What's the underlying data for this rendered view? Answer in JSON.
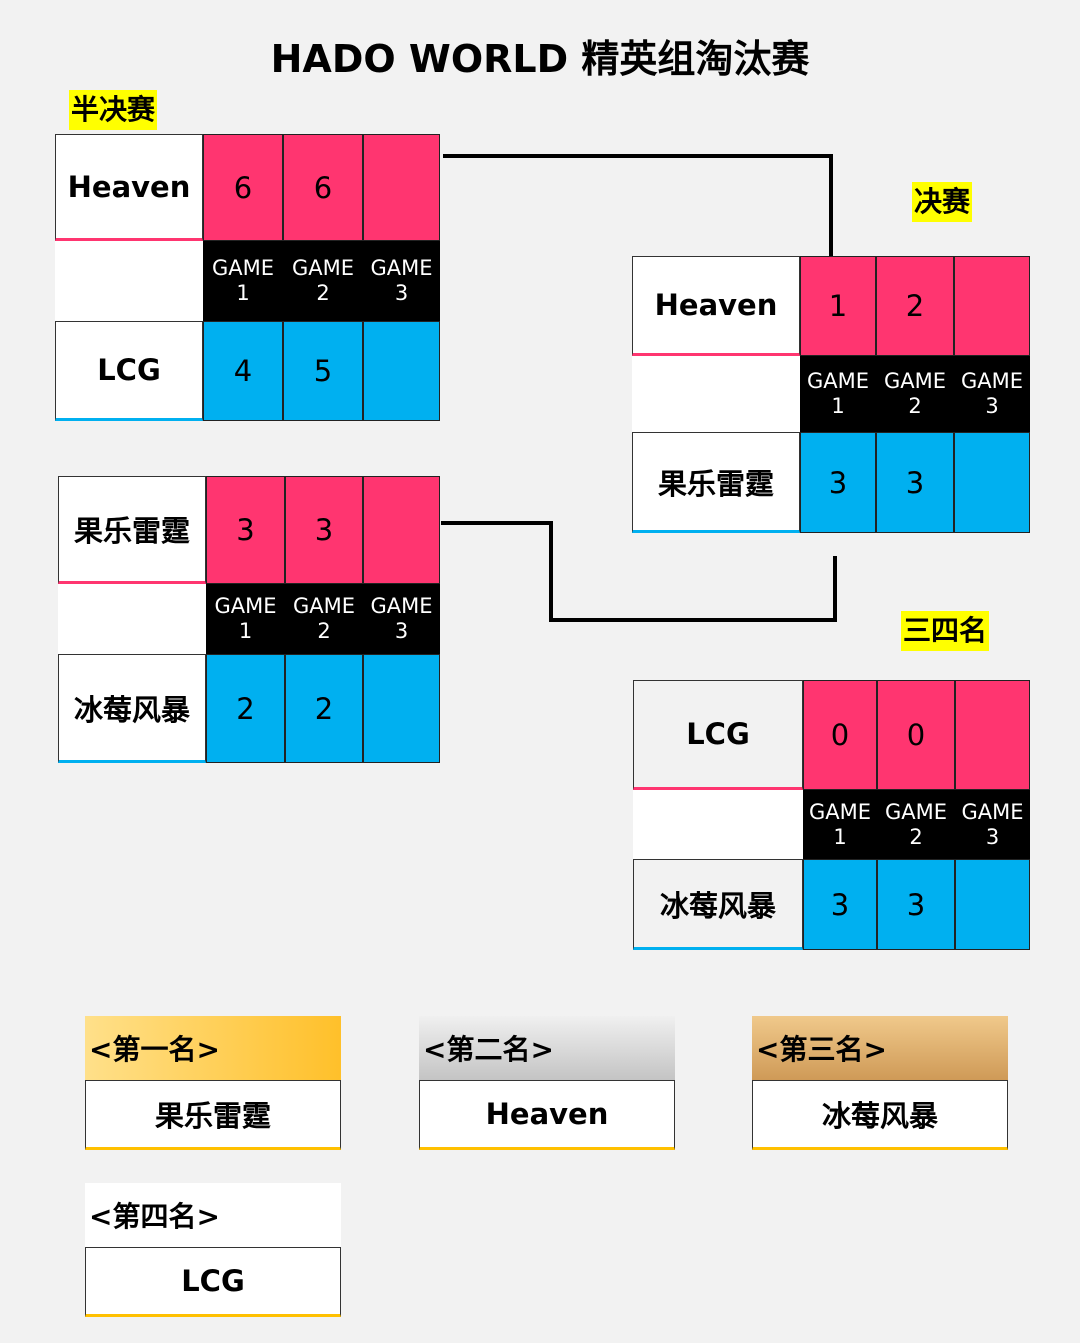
{
  "title": "HADO WORLD 精英组淘汰赛",
  "colors": {
    "top_team": "#ff3570",
    "bottom_team": "#00b0f0",
    "stage_highlight": "#ffff00",
    "game_header": "#000000",
    "rank_underline": "#ffc000"
  },
  "game_labels": [
    {
      "word": "GAME",
      "num": "1"
    },
    {
      "word": "GAME",
      "num": "2"
    },
    {
      "word": "GAME",
      "num": "3"
    }
  ],
  "stages": {
    "semifinal": "半决赛",
    "final": "决赛",
    "third_place": "三四名"
  },
  "matches": {
    "semi1": {
      "top": {
        "name": "Heaven",
        "scores": [
          "6",
          "6",
          ""
        ]
      },
      "bottom": {
        "name": "LCG",
        "scores": [
          "4",
          "5",
          ""
        ]
      }
    },
    "semi2": {
      "top": {
        "name": "果乐雷霆",
        "scores": [
          "3",
          "3",
          ""
        ]
      },
      "bottom": {
        "name": "冰莓风暴",
        "scores": [
          "2",
          "2",
          ""
        ]
      }
    },
    "final": {
      "top": {
        "name": "Heaven",
        "scores": [
          "1",
          "2",
          ""
        ]
      },
      "bottom": {
        "name": "果乐雷霆",
        "scores": [
          "3",
          "3",
          ""
        ]
      }
    },
    "third": {
      "top": {
        "name": "LCG",
        "scores": [
          "0",
          "0",
          ""
        ]
      },
      "bottom": {
        "name": "冰莓风暴",
        "scores": [
          "3",
          "3",
          ""
        ]
      }
    }
  },
  "rankings": [
    {
      "label": "<第一名>",
      "team": "果乐雷霆"
    },
    {
      "label": "<第二名>",
      "team": "Heaven"
    },
    {
      "label": "<第三名>",
      "team": "冰莓风暴"
    },
    {
      "label": "<第四名>",
      "team": "LCG"
    }
  ]
}
